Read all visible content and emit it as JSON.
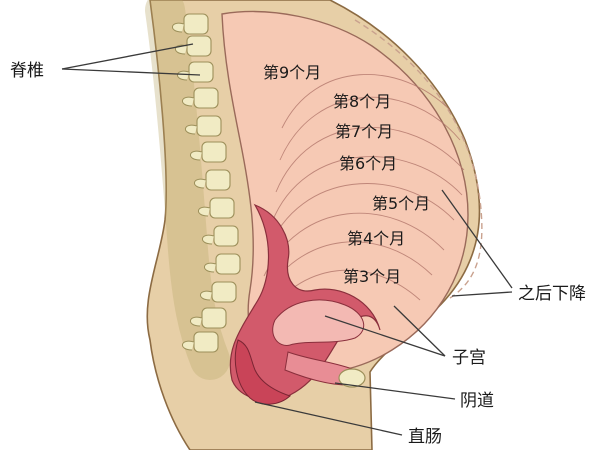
{
  "labels": {
    "spine": "脊椎",
    "later_descent": "之后下降",
    "uterus": "子宫",
    "vagina": "阴道",
    "rectum": "直肠"
  },
  "months": [
    {
      "id": "m9",
      "text": "第9个月"
    },
    {
      "id": "m8",
      "text": "第8个月"
    },
    {
      "id": "m7",
      "text": "第7个月"
    },
    {
      "id": "m6",
      "text": "第6个月"
    },
    {
      "id": "m5",
      "text": "第5个月"
    },
    {
      "id": "m4",
      "text": "第4个月"
    },
    {
      "id": "m3",
      "text": "第3个月"
    }
  ],
  "colors": {
    "skin": "#e7cfa7",
    "skin_outline": "#8c6b43",
    "uterus_fill": "#f6c9b4",
    "uterus_outline": "#9a6a5a",
    "pelvic_red": "#d25a6b",
    "vertebra": "#f1ebc4",
    "vertebra_outline": "#9c8f5a",
    "dashed_outline": "#c9a18e"
  }
}
